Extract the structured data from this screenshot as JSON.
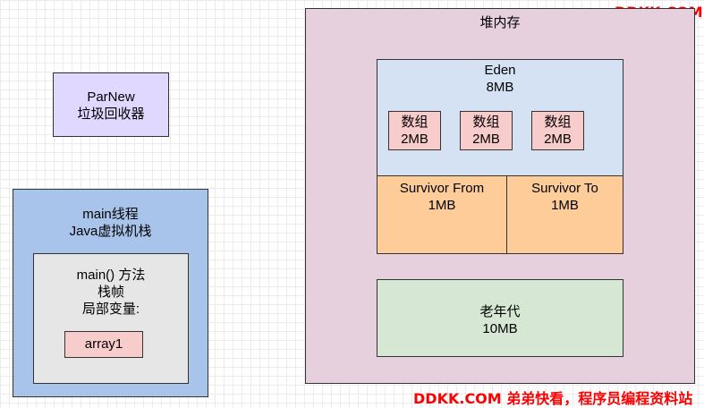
{
  "watermark_top": "DDKK.COM",
  "watermark_bottom": "DDKK.COM 弟弟快看，程序员编程资料站",
  "parnew": {
    "line1": "ParNew",
    "line2": "垃圾回收器"
  },
  "stack": {
    "line1": "main线程",
    "line2": "Java虚拟机栈",
    "frame": {
      "line1": "main() 方法",
      "line2": "栈帧",
      "line3": "局部变量:",
      "var": "array1"
    }
  },
  "heap": {
    "title": "堆内存",
    "eden": {
      "name": "Eden",
      "size": "8MB",
      "arrays": [
        {
          "name": "数组",
          "size": "2MB"
        },
        {
          "name": "数组",
          "size": "2MB"
        },
        {
          "name": "数组",
          "size": "2MB"
        }
      ]
    },
    "survivor_from": {
      "name": "Survivor From",
      "size": "1MB"
    },
    "survivor_to": {
      "name": "Survivor To",
      "size": "1MB"
    },
    "old": {
      "name": "老年代",
      "size": "10MB"
    }
  }
}
